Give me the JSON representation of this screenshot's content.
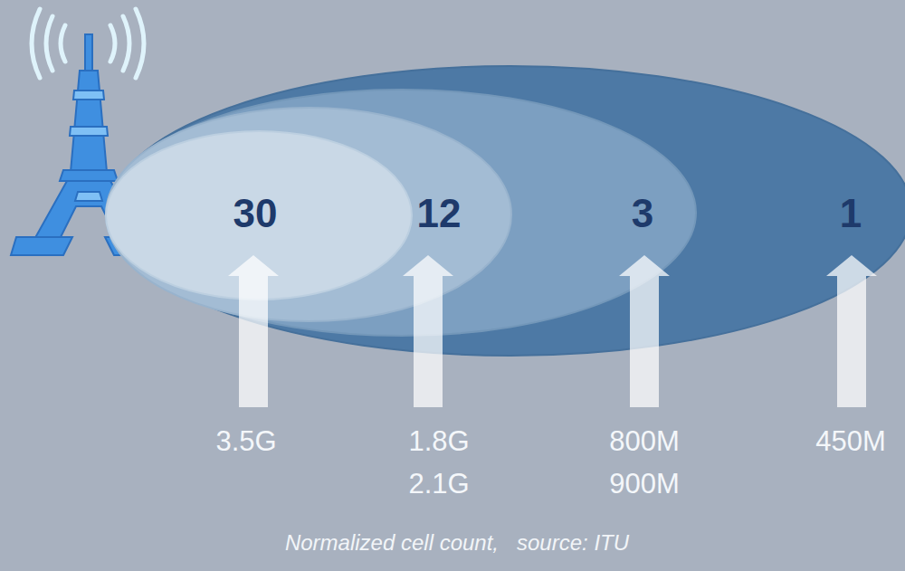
{
  "diagram": {
    "caption": "Normalized cell count,   source: ITU",
    "nodes": [
      {
        "text": [
          "1"
        ]
      },
      {
        "text": [
          "3"
        ],
        "in": 0
      },
      {
        "text": [
          "12"
        ],
        "in": 1
      },
      {
        "text": [
          "30"
        ],
        "in": 2
      }
    ],
    "labels": [
      "3.5G",
      "1.8G 2.1G",
      "800M 900M",
      "450M"
    ]
  }
}
